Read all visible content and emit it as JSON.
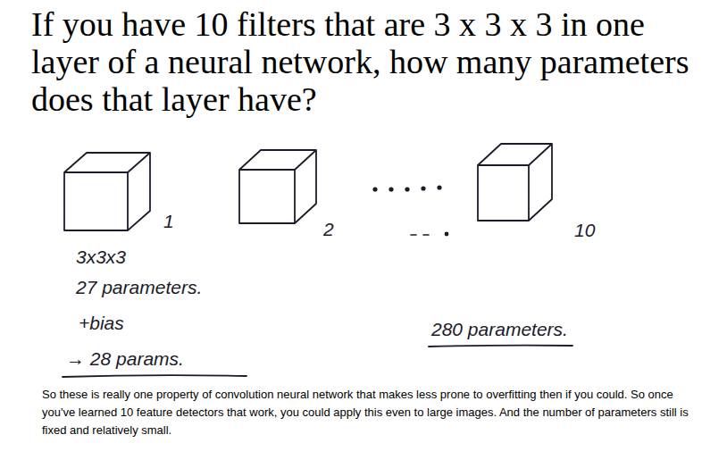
{
  "diagram": {
    "title": "If you have 10 filters that are 3 x 3 x 3 in one layer of a neural network, how many parameters does that layer have?",
    "caption": "So these is really one property of convolution neural network that makes less prone to overfitting then if you could. So once you've learned 10 feature detectors that work, you could apply this even to large images. And the number of parameters still is fixed and relatively small.",
    "nodes": [
      {
        "text": [
          "1"
        ]
      },
      {
        "text": [
          "2"
        ]
      },
      {
        "text": [
          "10"
        ]
      }
    ],
    "labels": [
      "3x3x3",
      "27 parameters.",
      "+bias",
      "→ 28 params.",
      "280 parameters."
    ]
  }
}
